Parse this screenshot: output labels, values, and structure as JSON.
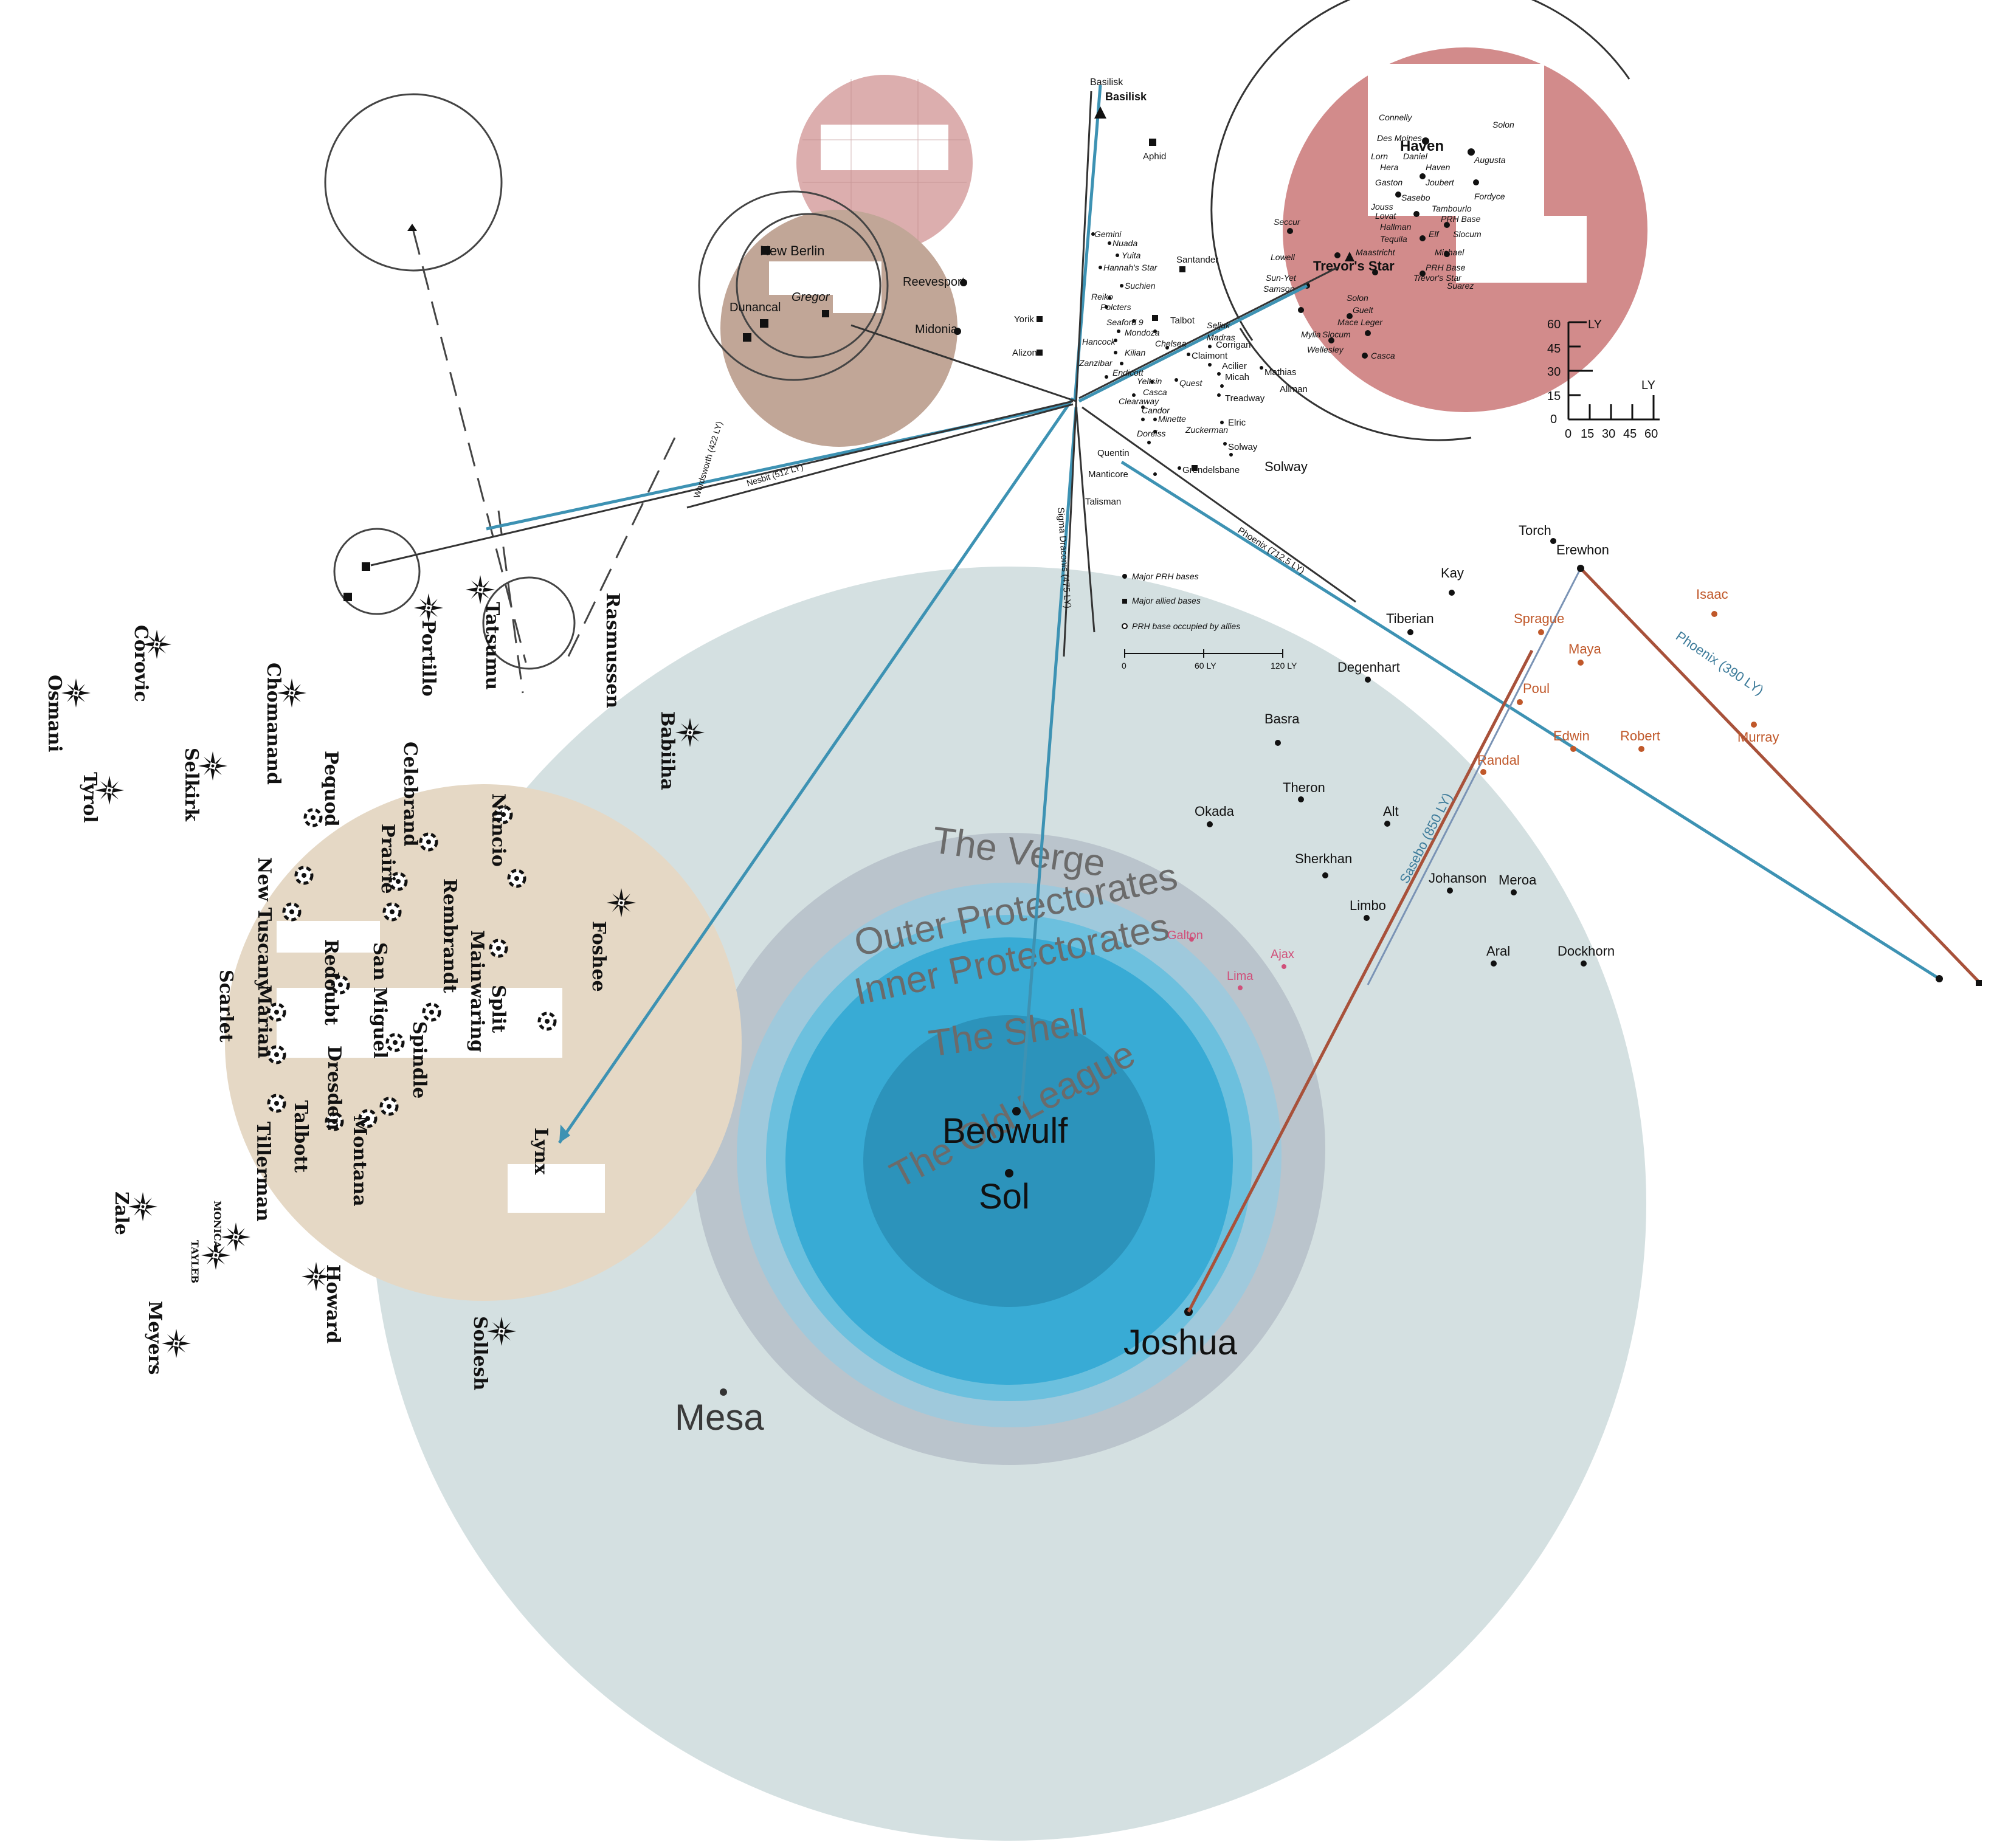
{
  "colors": {
    "outer_disc": "#d4e0e1",
    "verge_ring": "#bac4cc",
    "outer_prot": "#9fc9dc",
    "inner_prot": "#6cc0de",
    "shell": "#38abd5",
    "old_league": "#2c93bb",
    "tan_disc": "#e5d8c5",
    "brown_disc": "#c1a697",
    "pink_disc": "#dcaeae",
    "haven_disc": "#d28b8b",
    "route_blue": "#3d92b3",
    "route_red": "#a8513a",
    "route_dark": "#333333",
    "orange_label": "#c0582a",
    "pink_label": "#d0507a"
  },
  "regions": {
    "verge": "The Verge",
    "outer": "Outer Protectorates",
    "inner": "Inner Protectorates",
    "shell": "The Shell",
    "old_league": "The Old League"
  },
  "core": {
    "beowulf": "Beowulf",
    "sol": "Sol",
    "joshua": "Joshua",
    "mesa": "Mesa"
  },
  "right_stars": {
    "torch": "Torch",
    "erewhon": "Erewhon",
    "kay": "Kay",
    "tiberian": "Tiberian",
    "degenhart": "Degenhart",
    "basra": "Basra",
    "theron": "Theron",
    "okada": "Okada",
    "alt": "Alt",
    "sherkhan": "Sherkhan",
    "johanson": "Johanson",
    "meroa": "Meroa",
    "limbo": "Limbo",
    "aral": "Aral",
    "dockhorn": "Dockhorn"
  },
  "orange_stars": {
    "isaac": "Isaac",
    "sprague": "Sprague",
    "maya": "Maya",
    "poul": "Poul",
    "edwin": "Edwin",
    "robert": "Robert",
    "murray": "Murray",
    "randal": "Randal"
  },
  "pink_stars": {
    "ajax": "Ajax",
    "lima": "Lima",
    "galton": "Galton"
  },
  "routes": {
    "phoenix_390": "Phoenix (390 LY)",
    "sasebo_850": "Sasebo (850 LY)",
    "phoenix_712": "Phoenix (712.5 LY)",
    "sigma_draconis": "Sigma Draconis (475 LY)",
    "left_route_a": "Wordsworth (422 LY)",
    "left_route_b": "Nesbit (512 LY)"
  },
  "talbott": {
    "basilisk": "Basilisk",
    "basilisk_sub": "Basilisk",
    "aphid": "Aphid",
    "gemini": "Gemini",
    "nuada": "Nuada",
    "yuita": "Yuita",
    "hannahs_star": "Hannah's Star",
    "suchien": "Suchien",
    "reiko": "Reiko",
    "polcters": "Polcters",
    "seaford9": "Seaford 9",
    "mondoza": "Mondoza",
    "hancock": "Hancock",
    "chelsea": "Chelsea",
    "talbot": "Talbot",
    "kilian": "Kilian",
    "zanzibar": "Zanzibar",
    "santander": "Santander",
    "seljuk": "Seljuk",
    "madras": "Madras",
    "corrigan": "Corrigan",
    "claimont": "Claimont",
    "yeltsin": "Yeltsin",
    "acilier": "Acilier",
    "micah": "Micah",
    "mathias": "Mathias",
    "allman": "Allman",
    "endicott": "Endicott",
    "quest": "Quest",
    "casca": "Casca",
    "clearaway": "Clearaway",
    "treadway": "Treadway",
    "candor": "Candor",
    "minette": "Minette",
    "elric": "Elric",
    "zuckerman": "Zuckerman",
    "doreiss": "Doreiss",
    "solway_small": "Solway",
    "quentin": "Quentin",
    "grendelsbane": "Grendelsbane",
    "solway": "Solway",
    "manticore": "Manticore",
    "talisman": "Talisman",
    "yorik": "Yorik",
    "alizon": "Alizon",
    "santander2": "Santander",
    "legend_prh": "Major PRH bases",
    "legend_allied": "Major allied bases",
    "legend_occupied": "PRH base occupied by allies",
    "scale_0": "0",
    "scale_60": "60 LY",
    "scale_120": "120 LY"
  },
  "silesia": {
    "new_berlin": "New Berlin",
    "gregor": "Gregor",
    "dunancal": "Dunancal",
    "reevesport": "Reevesport",
    "midonia": "Midonia"
  },
  "haven": {
    "haven": "Haven",
    "connelly": "Connelly",
    "solon": "Solon",
    "des_moines": "Des Moines",
    "lorn": "Lorn",
    "daniel": "Daniel",
    "augusta": "Augusta",
    "hera": "Hera",
    "haven2": "Haven",
    "gaston": "Gaston",
    "joubert": "Joubert",
    "fordyce": "Fordyce",
    "sasebo": "Sasebo",
    "tambourlo": "Tambourlo",
    "jouss": "Jouss",
    "lovat": "Lovat",
    "prh_base": "PRH Base",
    "hallman": "Hallman",
    "tequila": "Tequila",
    "elf": "Elf",
    "slocum": "Slocum",
    "seccur": "Seccur",
    "maastricht": "Maastricht",
    "michael": "Michael",
    "trevors_star": "Trevor's Star",
    "prh_base2": "PRH Base",
    "trevors_star2": "Trevor's Star",
    "lowell": "Lowell",
    "sun_yet": "Sun-Yet",
    "samson": "Samson",
    "suarez": "Suarez",
    "solon2": "Solon",
    "guelt": "Guelt",
    "mace_leger": "Mace Leger",
    "mylia": "Mylia",
    "slocum2": "Slocum",
    "wellesley": "Wellesley",
    "casca": "Casca",
    "scale_y": [
      "60",
      "45",
      "30",
      "15",
      "0"
    ],
    "scale_x": [
      "0",
      "15",
      "30",
      "45",
      "60"
    ],
    "ly": "LY"
  },
  "left_stars": {
    "corovic": "Corovic",
    "osmani": "Osmani",
    "tyrol": "Tyrol",
    "selkirk": "Selkirk",
    "chomanand": "Chomanand",
    "portillo": "Portillo",
    "tatsumu": "Tatsumu",
    "rasmussen": "Rasmussen",
    "babiiha": "Babiiha",
    "foshee": "Foshee",
    "pequod": "Pequod",
    "celebrand": "Celebrand",
    "new_tuscany": "New Tuscany",
    "prairie": "Prairie",
    "rembrandt": "Rembrandt",
    "nuncio": "Nuncio",
    "mainwaring": "Mainwaring",
    "redoubt": "Redoubt",
    "san_miguel": "San Miguel",
    "scarlet": "Scarlet",
    "marian": "Marian",
    "dresden": "Dresden",
    "spindle": "Spindle",
    "split": "Split",
    "talbott": "Talbott",
    "montana": "Montana",
    "tillerman": "Tillerman",
    "lynx": "Lynx",
    "zale": "Zale",
    "tayleb": "TAYLEB",
    "monica": "MONICA",
    "howard": "Howard",
    "meyers": "Meyers",
    "sollesh": "Sollesh"
  }
}
